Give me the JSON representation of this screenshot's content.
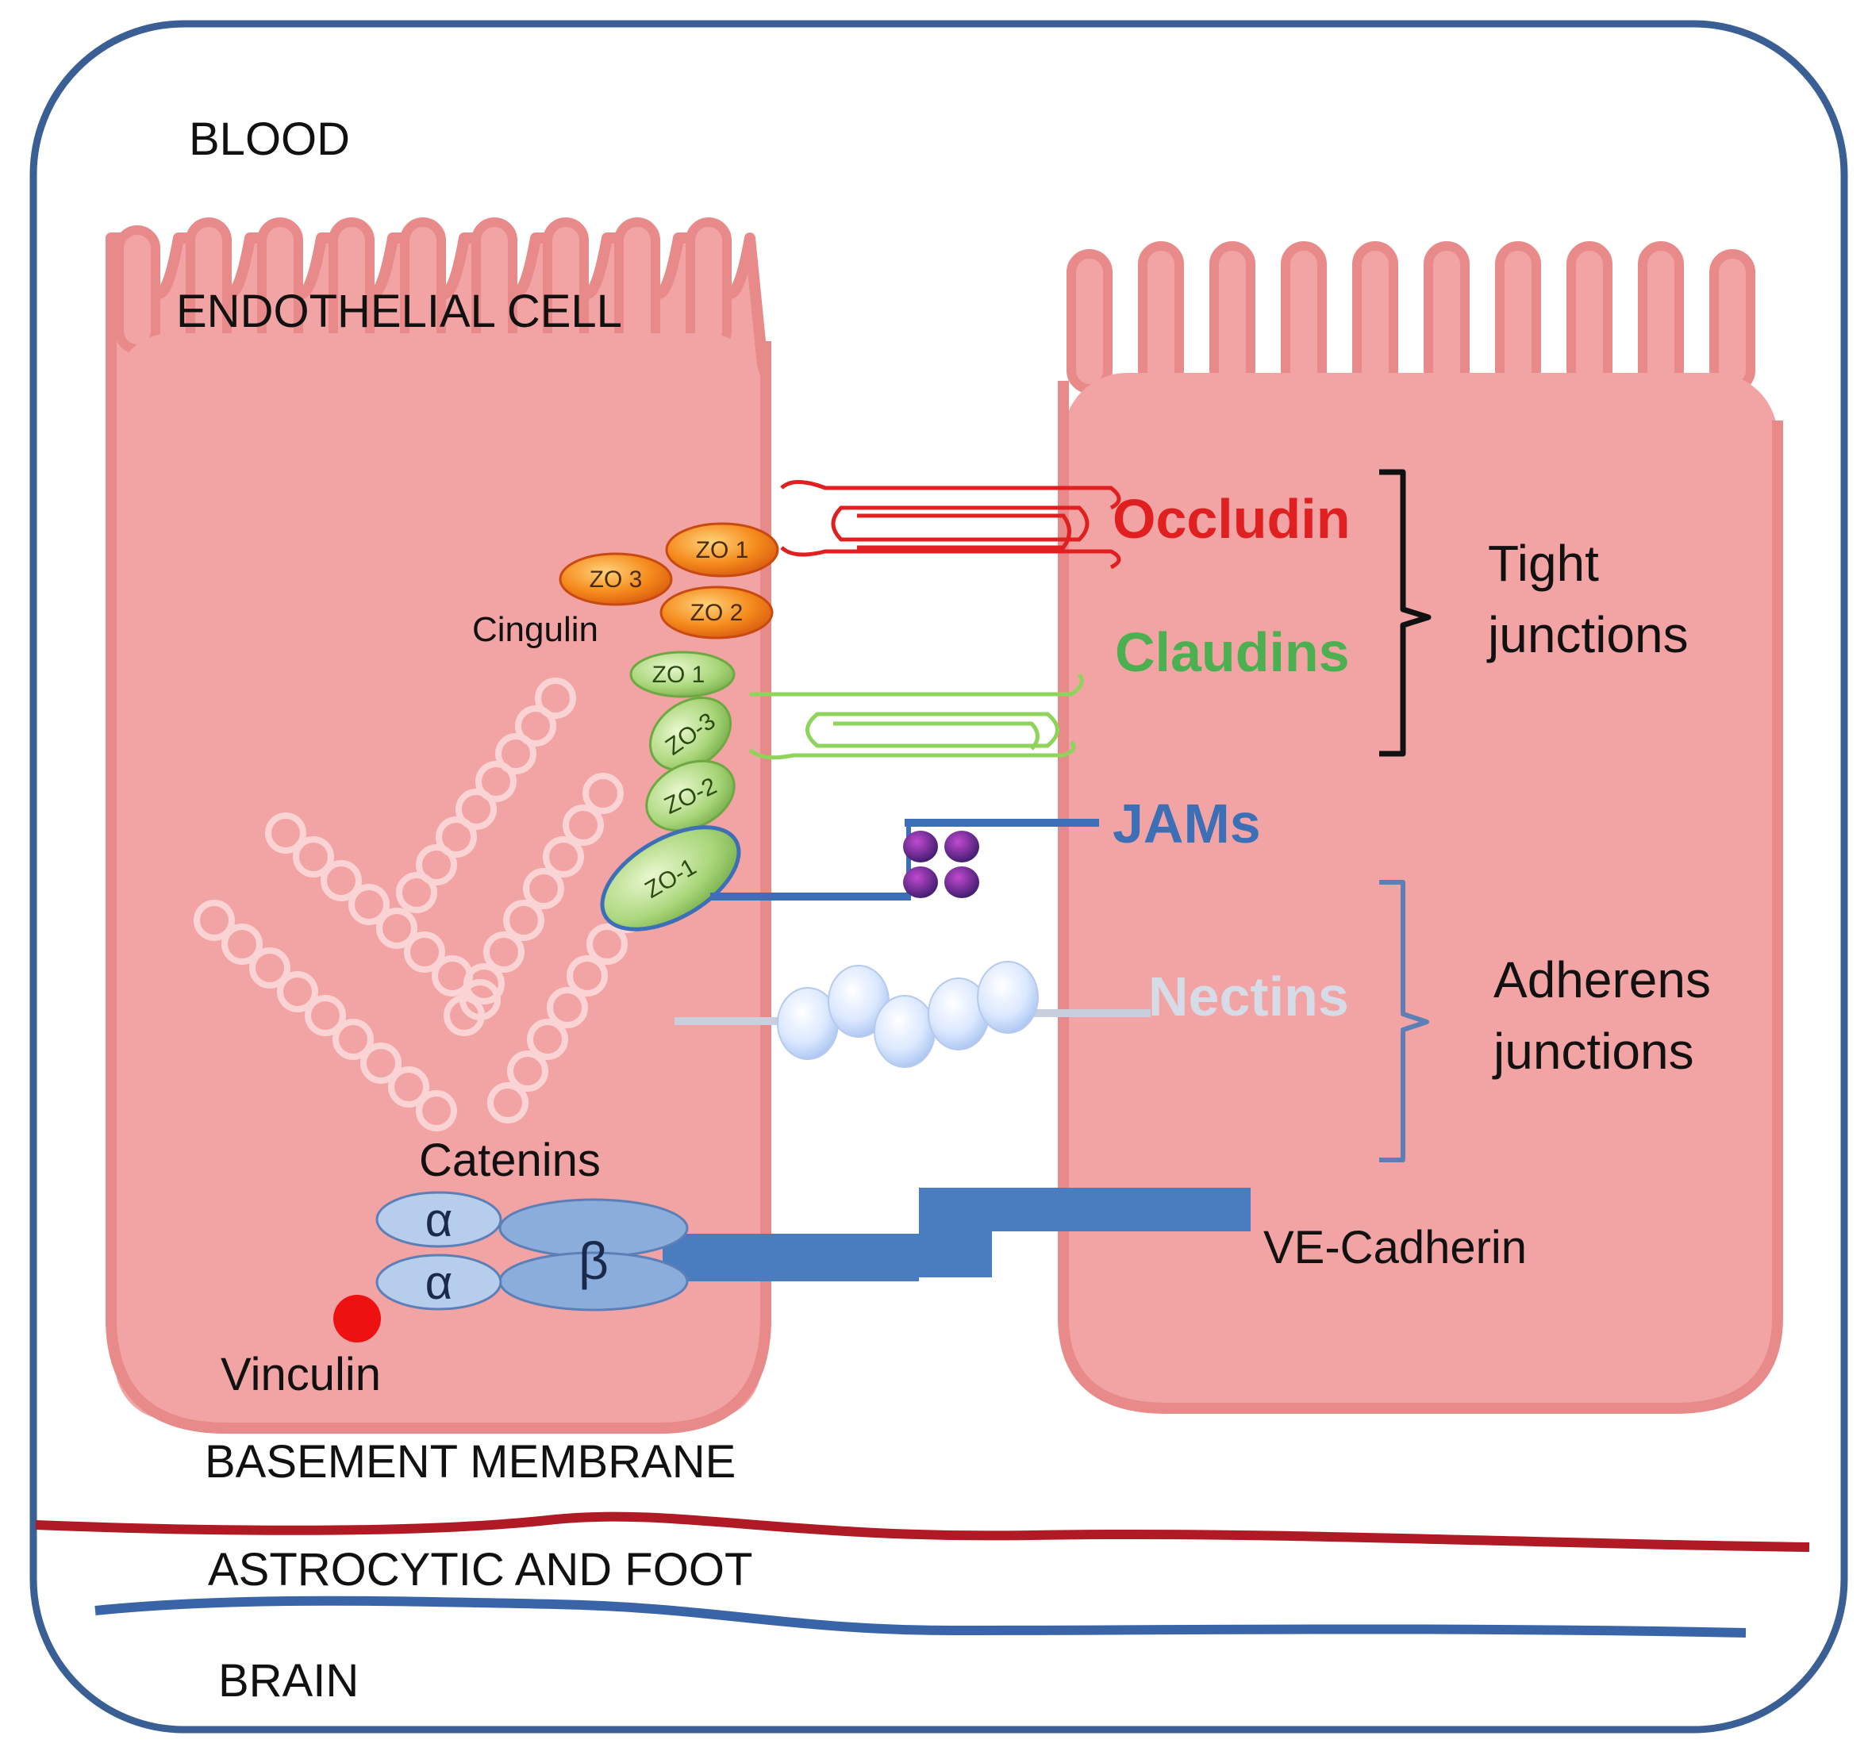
{
  "regions": {
    "blood": "BLOOD",
    "endothelial_cell": "ENDOTHELIAL CELL",
    "basement_membrane": "BASEMENT MEMBRANE",
    "astrocytic": "ASTROCYTIC AND FOOT",
    "brain": "BRAIN"
  },
  "proteins": {
    "occludin": "Occludin",
    "claudins": "Claudins",
    "jams": "JAMs",
    "nectins": "Nectins",
    "ve_cadherin": "VE-Cadherin",
    "catenins": "Catenins",
    "vinculin": "Vinculin",
    "cingulin": "Cingulin",
    "alpha": "α",
    "beta": "β"
  },
  "zo": {
    "upper": {
      "zo1": "ZO 1",
      "zo2": "ZO 2",
      "zo3": "ZO 3"
    },
    "lower": {
      "zo1_top": "ZO 1",
      "zo3": "ZO-3",
      "zo2": "ZO-2",
      "zo1_bottom": "ZO-1"
    }
  },
  "groups": {
    "tight_line1": "Tight",
    "tight_line2": "junctions",
    "adherens_line1": "Adherens",
    "adherens_line2": "junctions"
  },
  "colors": {
    "cell_fill": "#f2a4a4",
    "cell_outline": "#e88a8a",
    "occludin": "#e02020",
    "claudins": "#4caf50",
    "jams": "#3d6fb6",
    "nectins": "#d6dbe8",
    "cadherin": "#4a7cc0",
    "basement_line": "#b01a24",
    "astro_line": "#3a64a8",
    "frame": "#3a5f95"
  }
}
